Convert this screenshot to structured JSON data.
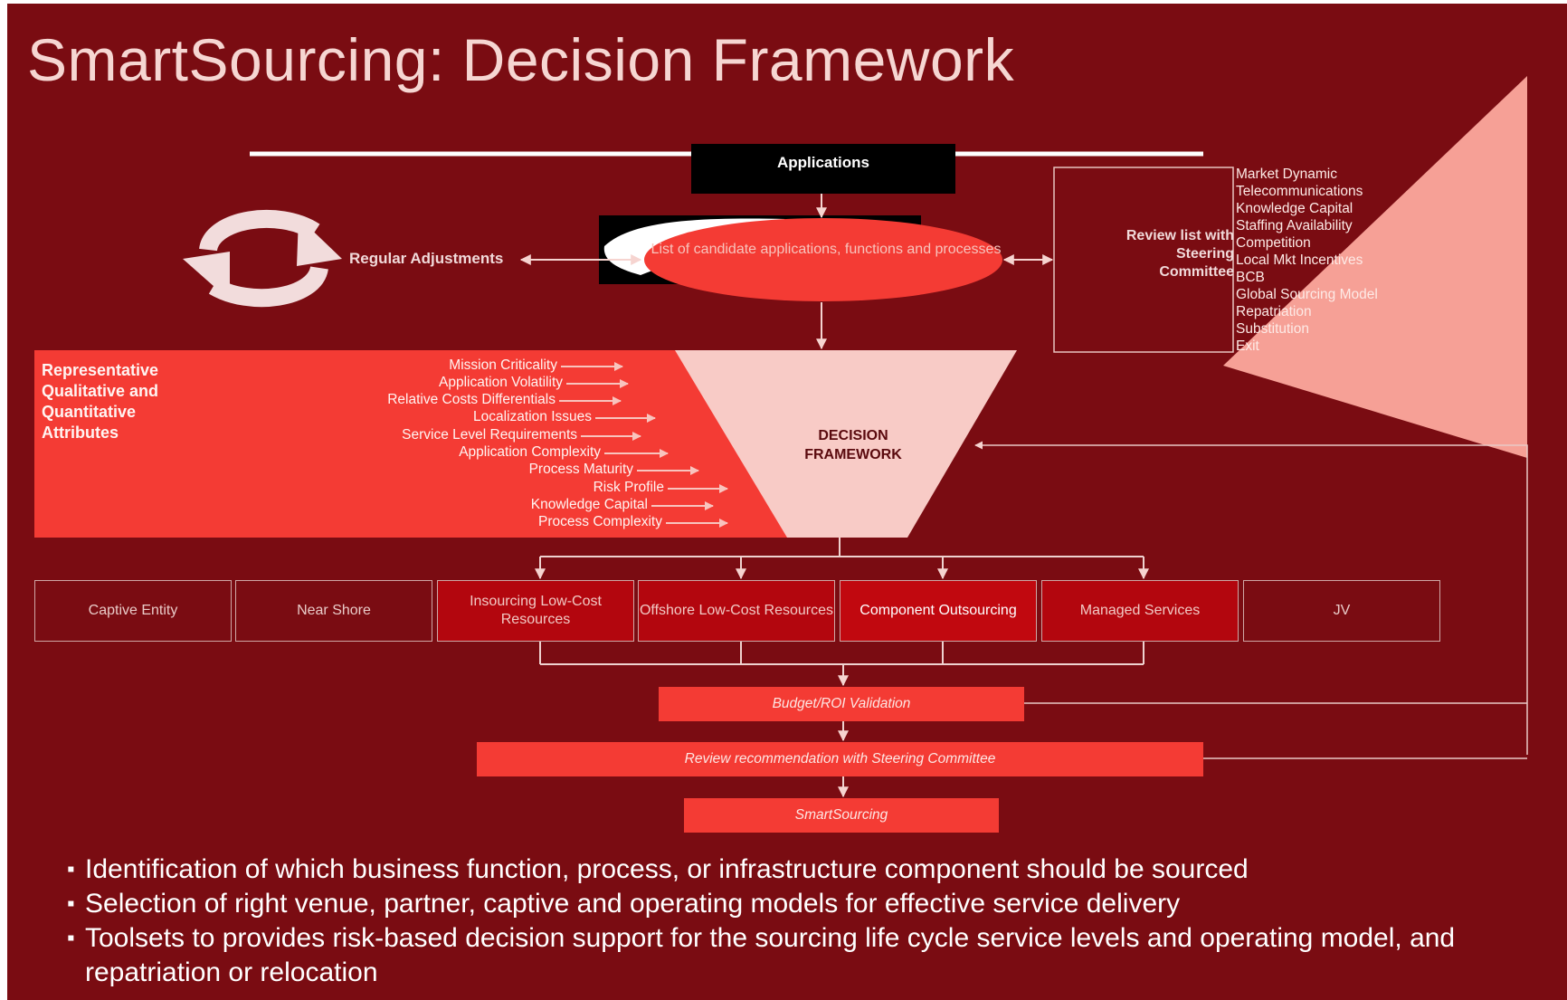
{
  "title": "SmartSourcing:  Decision Framework",
  "applications_label": "Applications",
  "candidate_list": "List of candidate applications, functions and processes",
  "regular_adjustments": "Regular Adjustments",
  "review_list": "Review list with Steering Committee",
  "market_factors": [
    "Market Dynamic",
    "Telecommunications",
    "Knowledge Capital",
    "Staffing Availability",
    "Competition",
    "Local Mkt Incentives",
    "BCB",
    "Global Sourcing Model",
    "Repatriation",
    "Substitution",
    "Exit"
  ],
  "attributes_heading": "Representative Qualitative and Quantitative Attributes",
  "attributes": [
    "Mission Criticality",
    "Application Volatility",
    "Relative Costs Differentials",
    "Localization Issues",
    "Service Level Requirements",
    "Application Complexity",
    "Process Maturity",
    "Risk Profile",
    "Knowledge Capital",
    "Process Complexity"
  ],
  "decision_framework": "DECISION FRAMEWORK",
  "venues": [
    "Captive Entity",
    "Near Shore",
    "Insourcing Low-Cost Resources",
    "Offshore Low-Cost Resources",
    "Component Outsourcing",
    "Managed Services",
    "JV"
  ],
  "steps": {
    "budget": "Budget/ROI Validation",
    "review": "Review recommendation with Steering Committee",
    "smartsourcing": "SmartSourcing"
  },
  "bullets": [
    "Identification of which business function, process, or infrastructure component should be sourced",
    "Selection of right venue, partner, captive and operating models for effective service delivery",
    "Toolsets to provides risk-based decision support for the sourcing life cycle service levels and operating model, and repatriation or relocation"
  ],
  "colors": {
    "background": "#7a0c12",
    "accent_red": "#f43b34",
    "pink": "#f6a096",
    "light_pink": "#f8cbc6"
  }
}
